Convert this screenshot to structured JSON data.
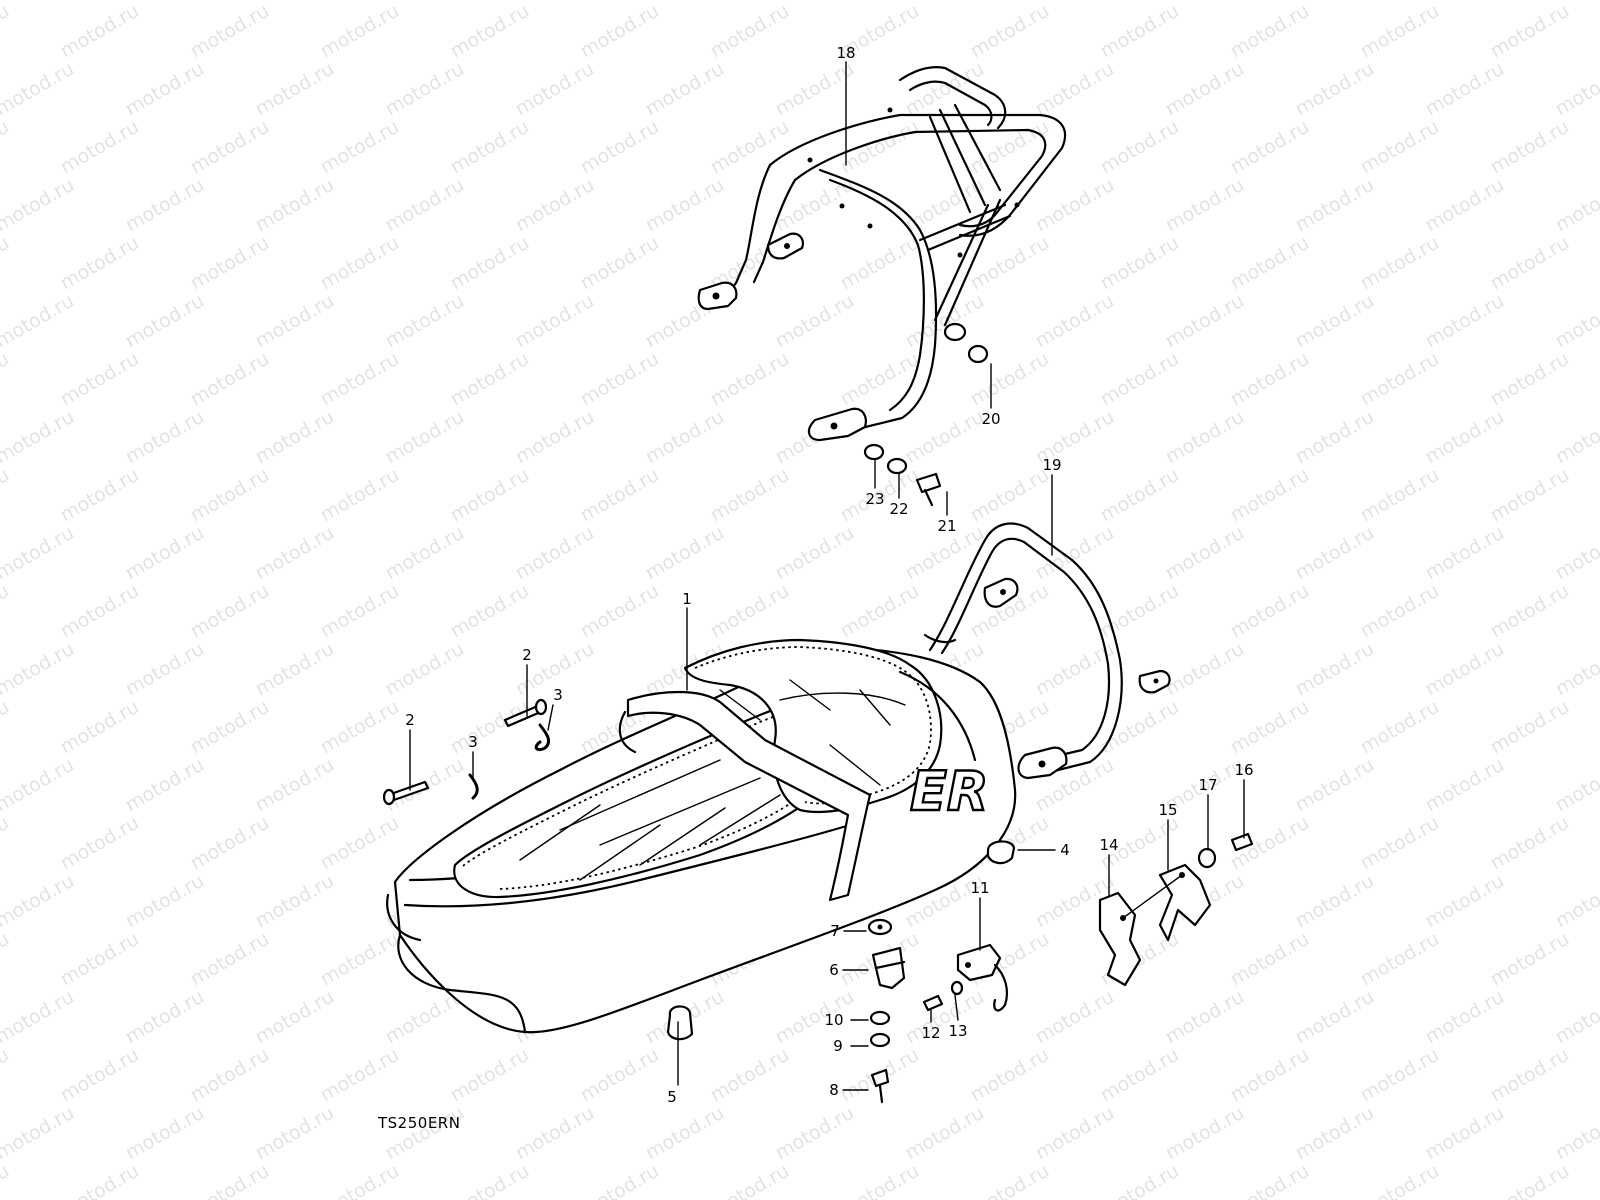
{
  "watermark": "motod.ru",
  "model_code": "TS250ERN",
  "seat_logo": "ER",
  "callouts": [
    {
      "id": "1",
      "label": "1"
    },
    {
      "id": "2a",
      "label": "2"
    },
    {
      "id": "2b",
      "label": "2"
    },
    {
      "id": "3a",
      "label": "3"
    },
    {
      "id": "3b",
      "label": "3"
    },
    {
      "id": "4",
      "label": "4"
    },
    {
      "id": "5",
      "label": "5"
    },
    {
      "id": "6",
      "label": "6"
    },
    {
      "id": "7",
      "label": "7"
    },
    {
      "id": "8",
      "label": "8"
    },
    {
      "id": "9",
      "label": "9"
    },
    {
      "id": "10",
      "label": "10"
    },
    {
      "id": "11",
      "label": "11"
    },
    {
      "id": "12",
      "label": "12"
    },
    {
      "id": "13",
      "label": "13"
    },
    {
      "id": "14",
      "label": "14"
    },
    {
      "id": "15",
      "label": "15"
    },
    {
      "id": "16",
      "label": "16"
    },
    {
      "id": "17",
      "label": "17"
    },
    {
      "id": "18",
      "label": "18"
    },
    {
      "id": "19",
      "label": "19"
    },
    {
      "id": "20",
      "label": "20"
    },
    {
      "id": "21",
      "label": "21"
    },
    {
      "id": "22",
      "label": "22"
    },
    {
      "id": "23",
      "label": "23"
    }
  ]
}
